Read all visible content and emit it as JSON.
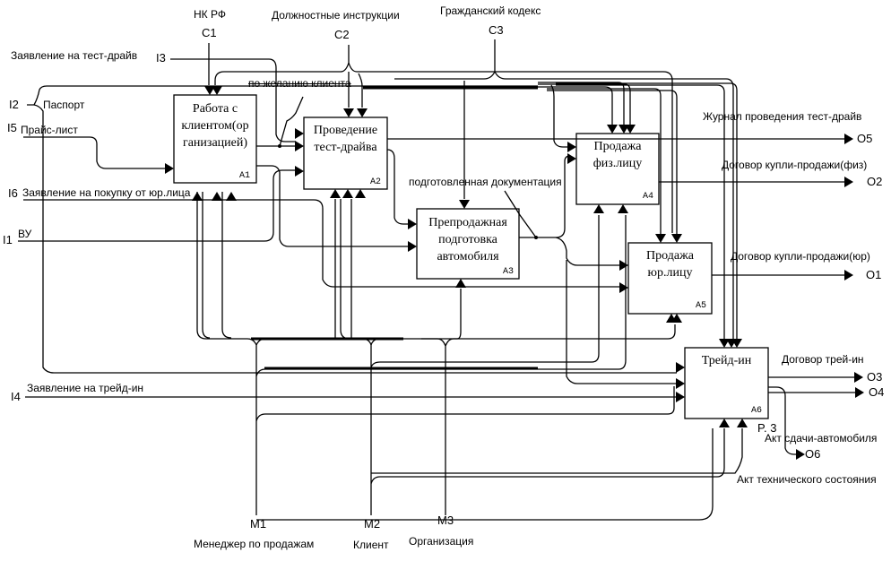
{
  "diagram": {
    "type": "IDEF0",
    "activities": [
      {
        "id": "A1",
        "title": "Работа с клиентом(ор ганизацией)",
        "lines": [
          "Работа с",
          "клиентом(ор",
          "ганизацией)"
        ]
      },
      {
        "id": "A2",
        "title": "Проведение тест-драйва",
        "lines": [
          "Проведение",
          "тест-драйва"
        ]
      },
      {
        "id": "A3",
        "title": "Препродажная подготовка автомобиля",
        "lines": [
          "Препродажная",
          "подготовка",
          "автомобиля"
        ]
      },
      {
        "id": "A4",
        "title": "Продажа физ.лицу",
        "lines": [
          "Продажа",
          "физ.лицу"
        ]
      },
      {
        "id": "A5",
        "title": "Продажа юр.лицу",
        "lines": [
          "Продажа",
          "юр.лицу"
        ]
      },
      {
        "id": "A6",
        "title": "Трейд-ин",
        "lines": [
          "Трейд-ин"
        ]
      }
    ],
    "controls": [
      {
        "code": "C1",
        "label": "НК РФ"
      },
      {
        "code": "C2",
        "label": "Должностные инструкции"
      },
      {
        "code": "C3",
        "label": "Гражданский кодекс"
      }
    ],
    "inputs": [
      {
        "code": "I1",
        "label": "ВУ"
      },
      {
        "code": "I2",
        "label": "Паспорт"
      },
      {
        "code": "I3",
        "label": "Заявление на тест-драйв"
      },
      {
        "code": "I4",
        "label": "Заявление на трейд-ин"
      },
      {
        "code": "I5",
        "label": "Прайс-лист"
      },
      {
        "code": "I6",
        "label": "Заявление на покупку от юр.лица"
      }
    ],
    "outputs": [
      {
        "code": "O1",
        "label": "Договор купли-продажи(юр)"
      },
      {
        "code": "O2",
        "label": "Договор купли-продажи(физ)"
      },
      {
        "code": "O3",
        "label": "Договор трей-ин"
      },
      {
        "code": "O4",
        "label": ""
      },
      {
        "code": "O5",
        "label": "Журнал проведения тест-драйв"
      },
      {
        "code": "O6",
        "label": "Акт сдачи-автомобиля"
      }
    ],
    "mechanisms": [
      {
        "code": "M1",
        "label": "Менеджер по продажам"
      },
      {
        "code": "M2",
        "label": "Клиент"
      },
      {
        "code": "M3",
        "label": "Организация"
      }
    ],
    "internal_labels": {
      "by_client_wish": "по желанию клиента",
      "prepared_docs": "подготовленная документация",
      "tech_state_act": "Акт технического состояния",
      "p3": "P. 3"
    }
  }
}
